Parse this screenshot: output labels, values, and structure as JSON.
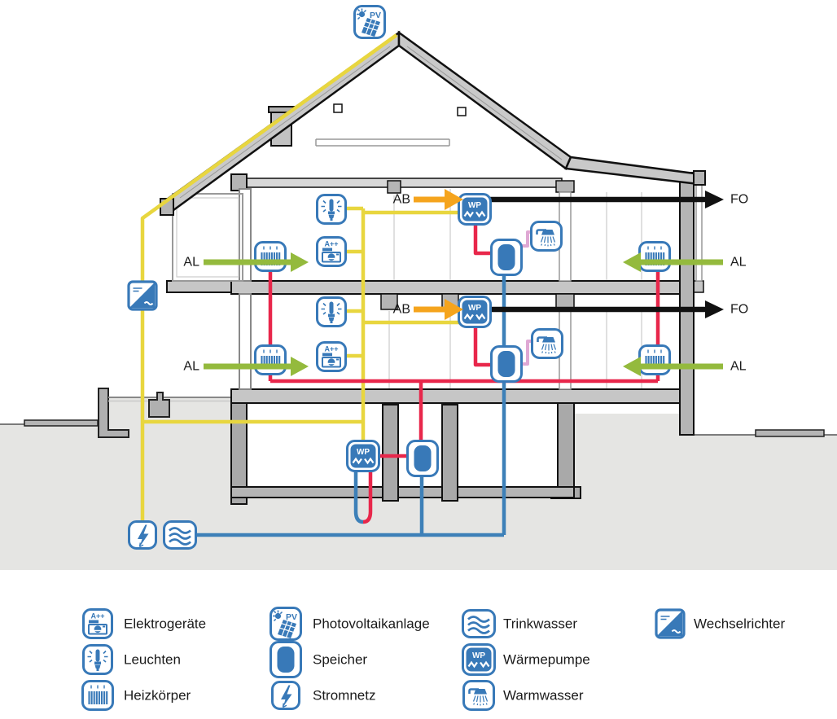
{
  "diagram_title": "House energy system cross-section",
  "colors": {
    "icon_blue": "#3879b8",
    "electricity_yellow": "#e8d63f",
    "outside_air_green": "#94ba3d",
    "exhaust_air_orange": "#f5a41d",
    "exhaust_black": "#111111",
    "heating_red": "#e8274b",
    "drinking_water_blue": "#3d80b8",
    "warm_water_pink": "#dfa8d4",
    "earth_gray": "#e5e5e3",
    "wall_gray": "#c9c9c9"
  },
  "labels": {
    "outside_air": "AL",
    "exhaust_air": "AB",
    "exhaust_outlet": "FO"
  },
  "icon_texts": {
    "pv": "PV",
    "wp": "WP",
    "appliance_class": "A++"
  },
  "legend": {
    "items": [
      {
        "id": "elektrogeraete",
        "label": "Elektrogeräte"
      },
      {
        "id": "leuchten",
        "label": "Leuchten"
      },
      {
        "id": "heizkoerper",
        "label": "Heizkörper"
      },
      {
        "id": "photovoltaikanlage",
        "label": "Photovoltaikanlage"
      },
      {
        "id": "speicher",
        "label": "Speicher"
      },
      {
        "id": "stromnetz",
        "label": "Stromnetz"
      },
      {
        "id": "trinkwasser",
        "label": "Trinkwasser"
      },
      {
        "id": "waermepumpe",
        "label": "Wärmepumpe"
      },
      {
        "id": "warmwasser",
        "label": "Warmwasser"
      },
      {
        "id": "wechselrichter",
        "label": "Wechselrichter"
      }
    ]
  }
}
